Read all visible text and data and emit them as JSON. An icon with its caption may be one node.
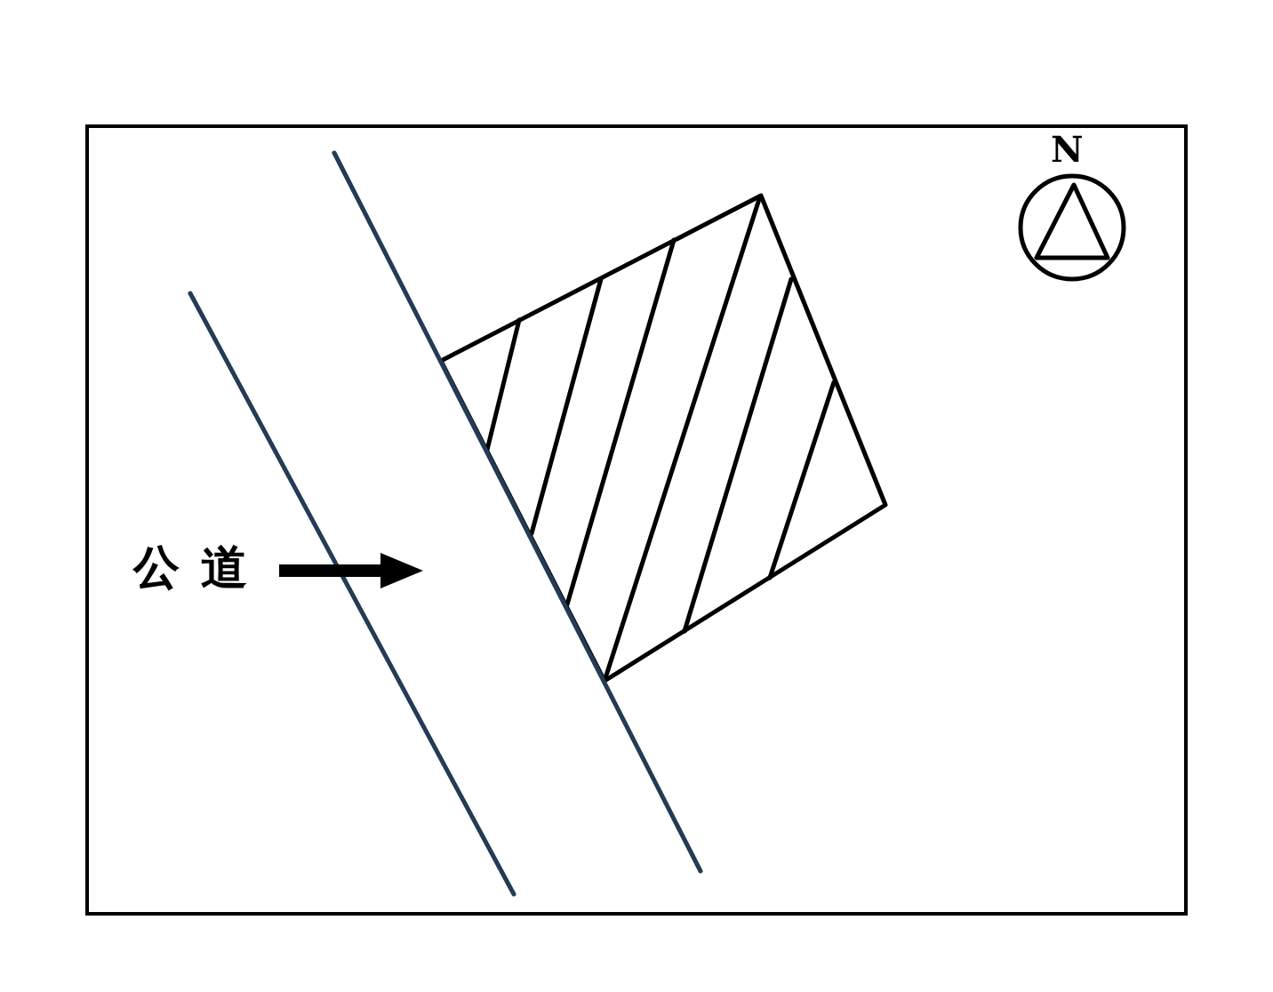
{
  "diagram": {
    "nodes": [
      {
        "text": [
          "公道"
        ]
      },
      {
        "text": [],
        "shape": "band"
      }
    ],
    "edges": [
      {
        "from": 0,
        "to": 1,
        "arrow": "to"
      }
    ],
    "labels": [
      "N"
    ]
  }
}
